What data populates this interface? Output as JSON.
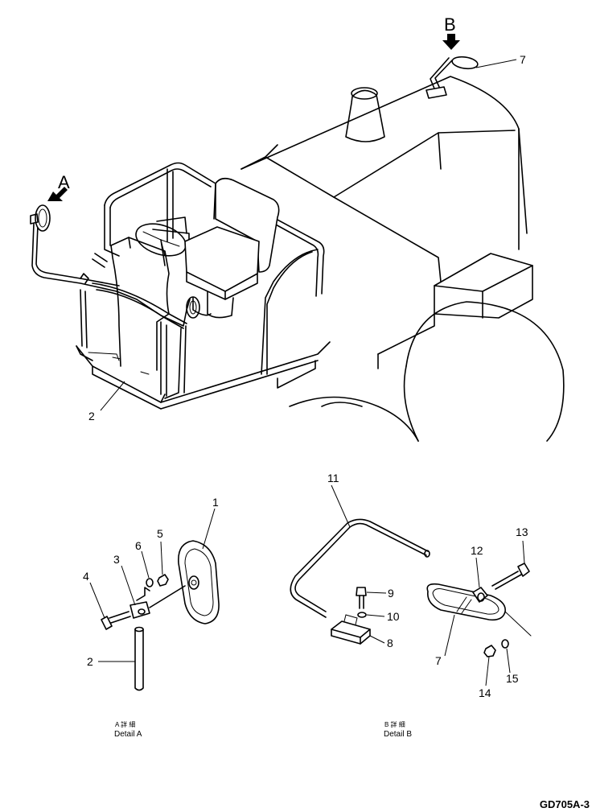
{
  "drawing_code": "GD705A-3",
  "callouts": {
    "view_a": "A",
    "view_b": "B",
    "main_2": "2",
    "main_7": "7",
    "a_1": "1",
    "a_2": "2",
    "a_3": "3",
    "a_4": "4",
    "a_5": "5",
    "a_6": "6",
    "b_7": "7",
    "b_8": "8",
    "b_9": "9",
    "b_10": "10",
    "b_11": "11",
    "b_12": "12",
    "b_13": "13",
    "b_14": "14",
    "b_15": "15"
  },
  "captions": {
    "detail_a_jp": "A 詳 細",
    "detail_a_en": "Detail A",
    "detail_b_jp": "B 詳 細",
    "detail_b_en": "Detail B"
  }
}
